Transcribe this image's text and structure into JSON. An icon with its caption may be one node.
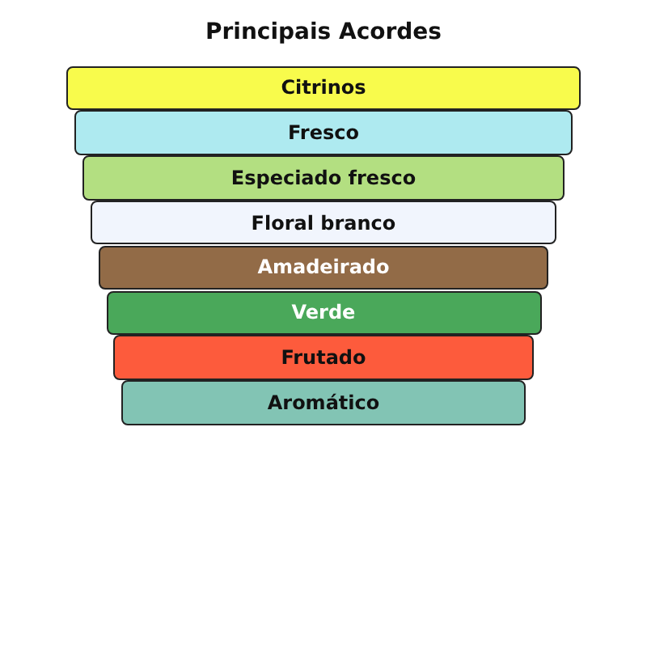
{
  "diagram": {
    "title": "Principais Acordes",
    "nodes": [
      {
        "text": [
          "Citrinos"
        ]
      },
      {
        "text": [
          "Fresco"
        ]
      },
      {
        "text": [
          "Especiado fresco"
        ]
      },
      {
        "text": [
          "Floral branco"
        ]
      },
      {
        "text": [
          "Amadeirado"
        ]
      },
      {
        "text": [
          "Verde"
        ]
      },
      {
        "text": [
          "Frutado"
        ]
      },
      {
        "text": [
          "Aromático"
        ]
      }
    ]
  }
}
